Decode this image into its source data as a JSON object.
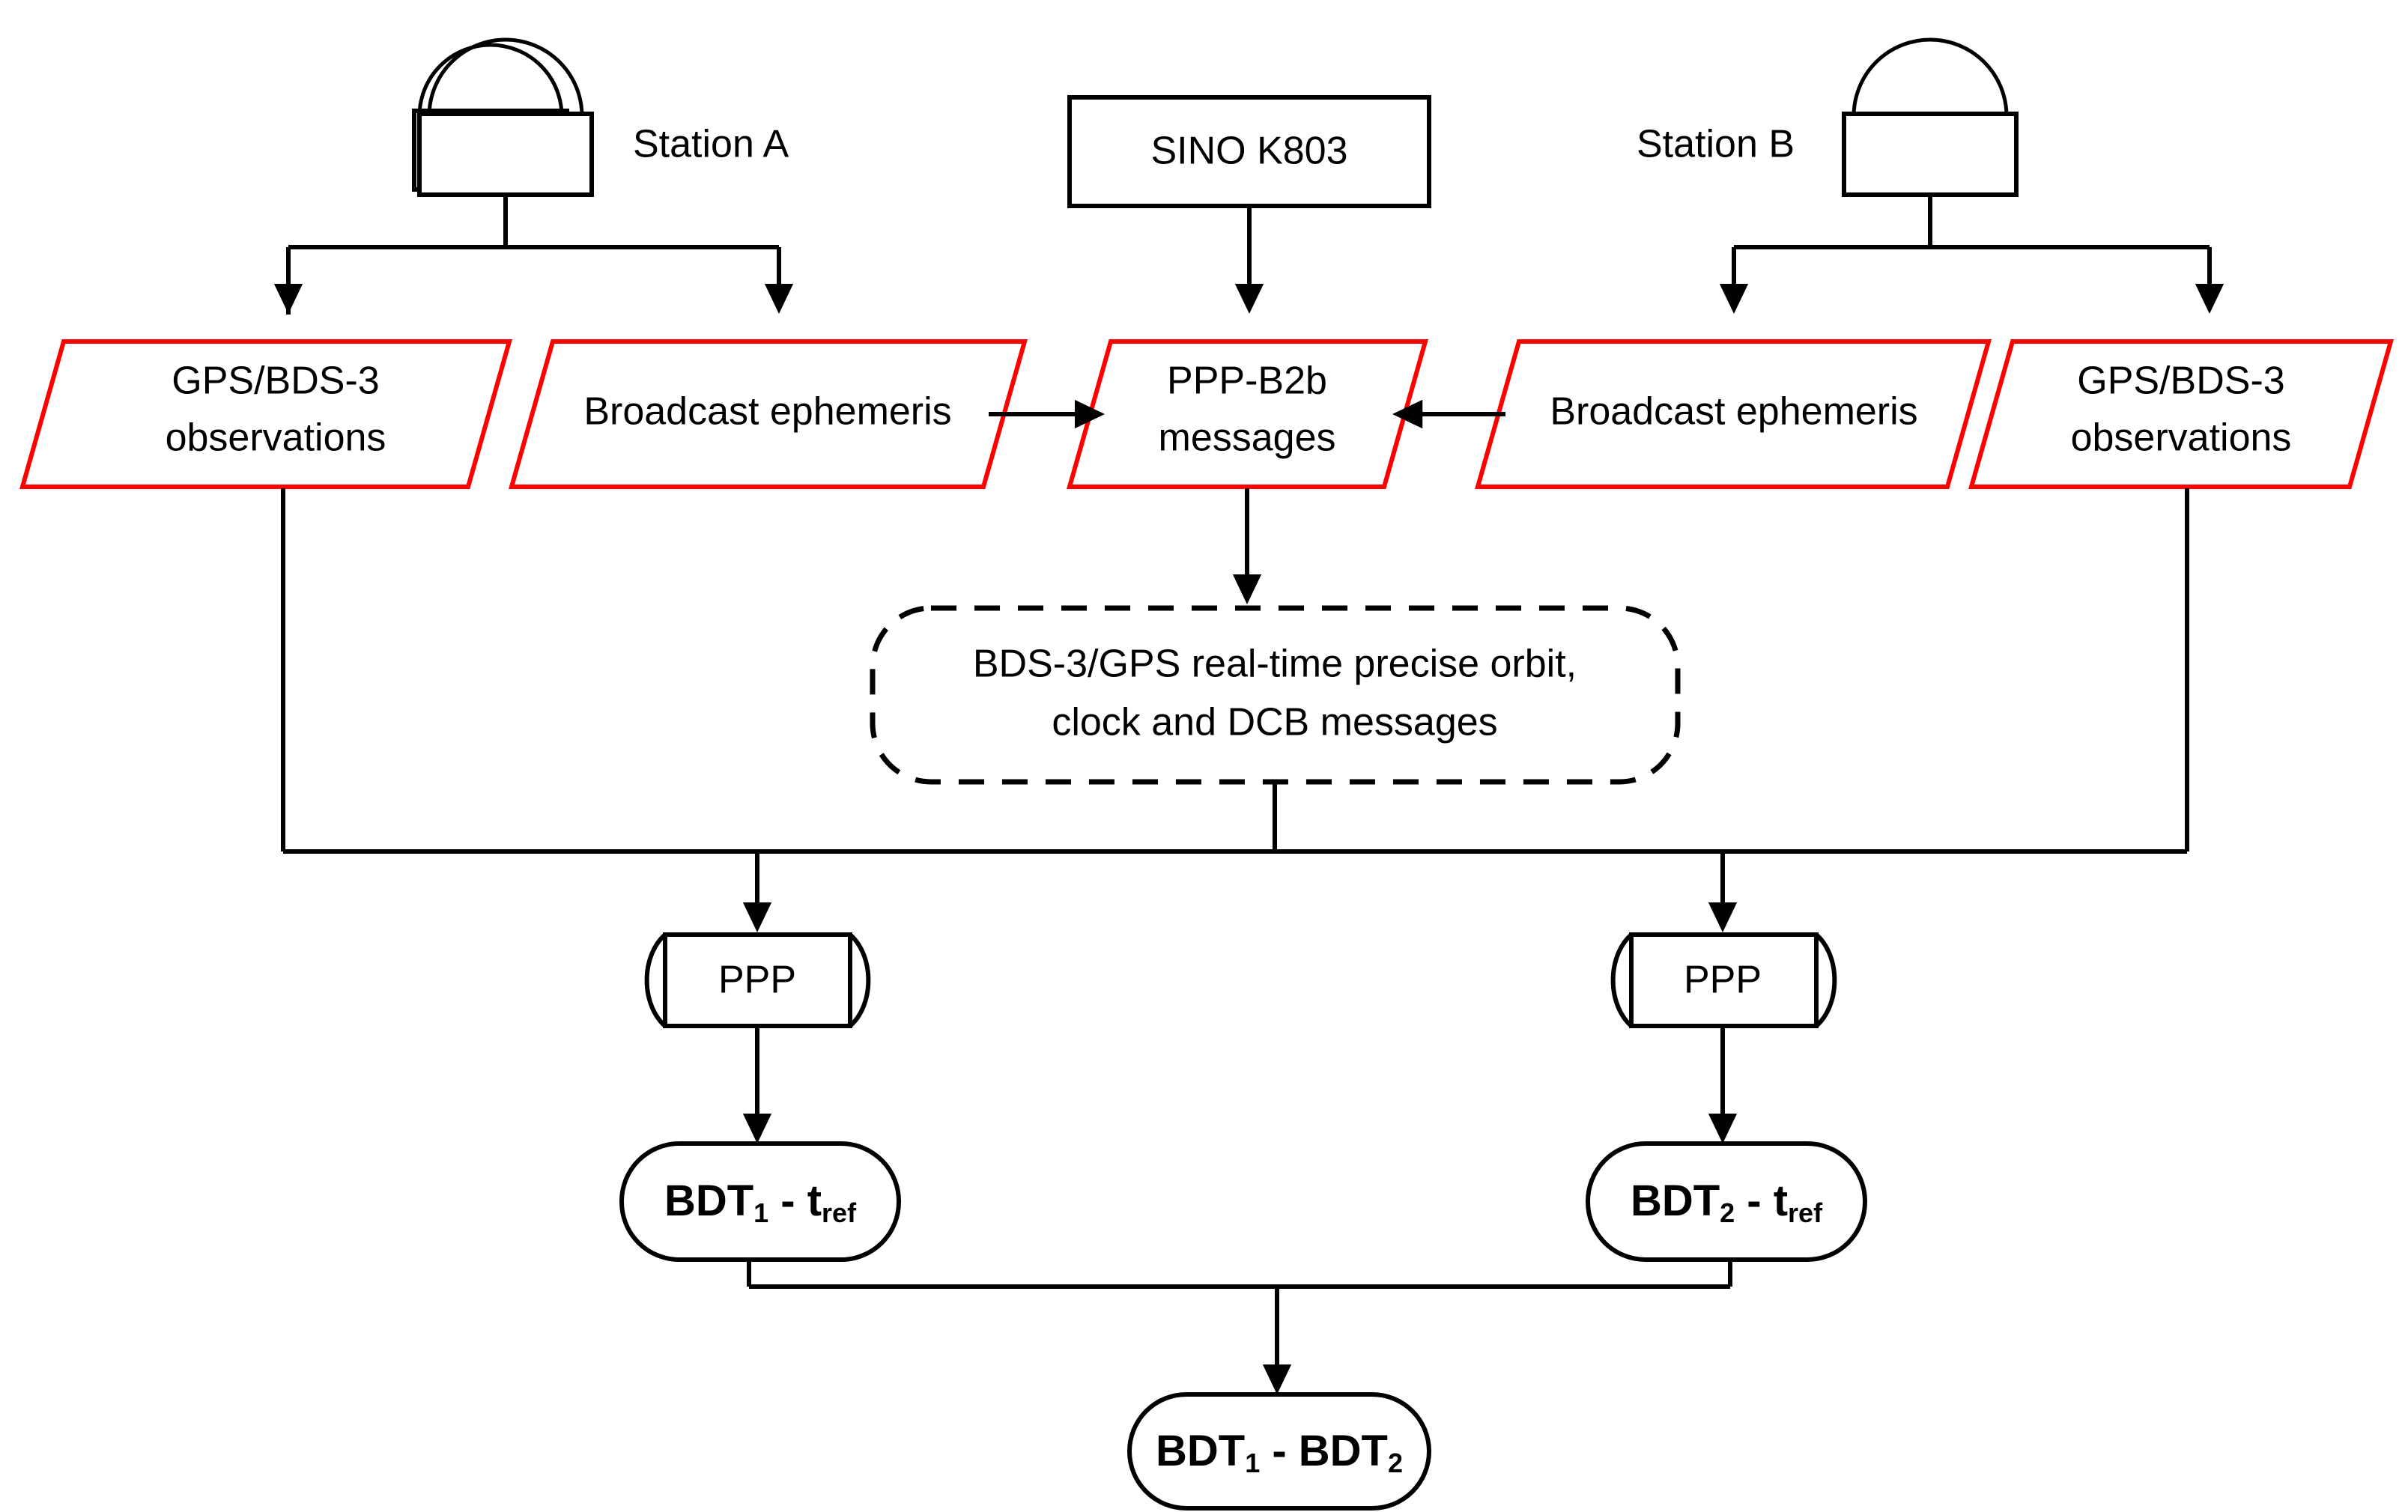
{
  "diagram": {
    "title": "BDS-3 PPP-B2b real-time time transfer flowchart",
    "colors": {
      "data_shape_stroke": "#ff0000",
      "process_shape_stroke": "#000000",
      "connector": "#000000",
      "background": "#ffffff"
    }
  },
  "stations": {
    "a": {
      "label": "Station A",
      "icon": "gnss-antenna-icon"
    },
    "b": {
      "label": "Station B",
      "icon": "gnss-antenna-icon"
    }
  },
  "receiver": {
    "label": "SINO K803"
  },
  "data_nodes": {
    "obs_a": {
      "line1": "GPS/BDS-3",
      "line2": "observations"
    },
    "eph_a": {
      "line1": "Broadcast ephemeris"
    },
    "ppp_b2b": {
      "line1": "PPP-B2b",
      "line2": "messages"
    },
    "eph_b": {
      "line1": "Broadcast ephemeris"
    },
    "obs_b": {
      "line1": "GPS/BDS-3",
      "line2": "observations"
    }
  },
  "products": {
    "corrections": {
      "line1": "BDS-3/GPS real-time precise orbit,",
      "line2": "clock and DCB messages"
    }
  },
  "processes": {
    "ppp_a": {
      "label": "PPP"
    },
    "ppp_b": {
      "label": "PPP"
    }
  },
  "results": {
    "bdt1": {
      "base": "BDT",
      "sub": "1",
      "operator": " - t",
      "operand_sub": "ref"
    },
    "bdt2": {
      "base": "BDT",
      "sub": "2",
      "operator": " - t",
      "operand_sub": "ref"
    },
    "difference": {
      "base1": "BDT",
      "sub1": "1",
      "operator": " - BDT",
      "sub2": "2"
    }
  },
  "flow_edges": [
    {
      "from": "station-a",
      "to": "obs-a"
    },
    {
      "from": "station-a",
      "to": "eph-a"
    },
    {
      "from": "receiver-sino-k803",
      "to": "ppp-b2b"
    },
    {
      "from": "eph-a",
      "to": "ppp-b2b"
    },
    {
      "from": "eph-b",
      "to": "ppp-b2b"
    },
    {
      "from": "station-b",
      "to": "eph-b"
    },
    {
      "from": "station-b",
      "to": "obs-b"
    },
    {
      "from": "ppp-b2b",
      "to": "corrections"
    },
    {
      "from": "corrections",
      "to": "ppp-a"
    },
    {
      "from": "corrections",
      "to": "ppp-b"
    },
    {
      "from": "obs-a",
      "to": "ppp-a"
    },
    {
      "from": "obs-b",
      "to": "ppp-b"
    },
    {
      "from": "ppp-a",
      "to": "bdt1"
    },
    {
      "from": "ppp-b",
      "to": "bdt2"
    },
    {
      "from": "bdt1",
      "to": "difference"
    },
    {
      "from": "bdt2",
      "to": "difference"
    }
  ]
}
